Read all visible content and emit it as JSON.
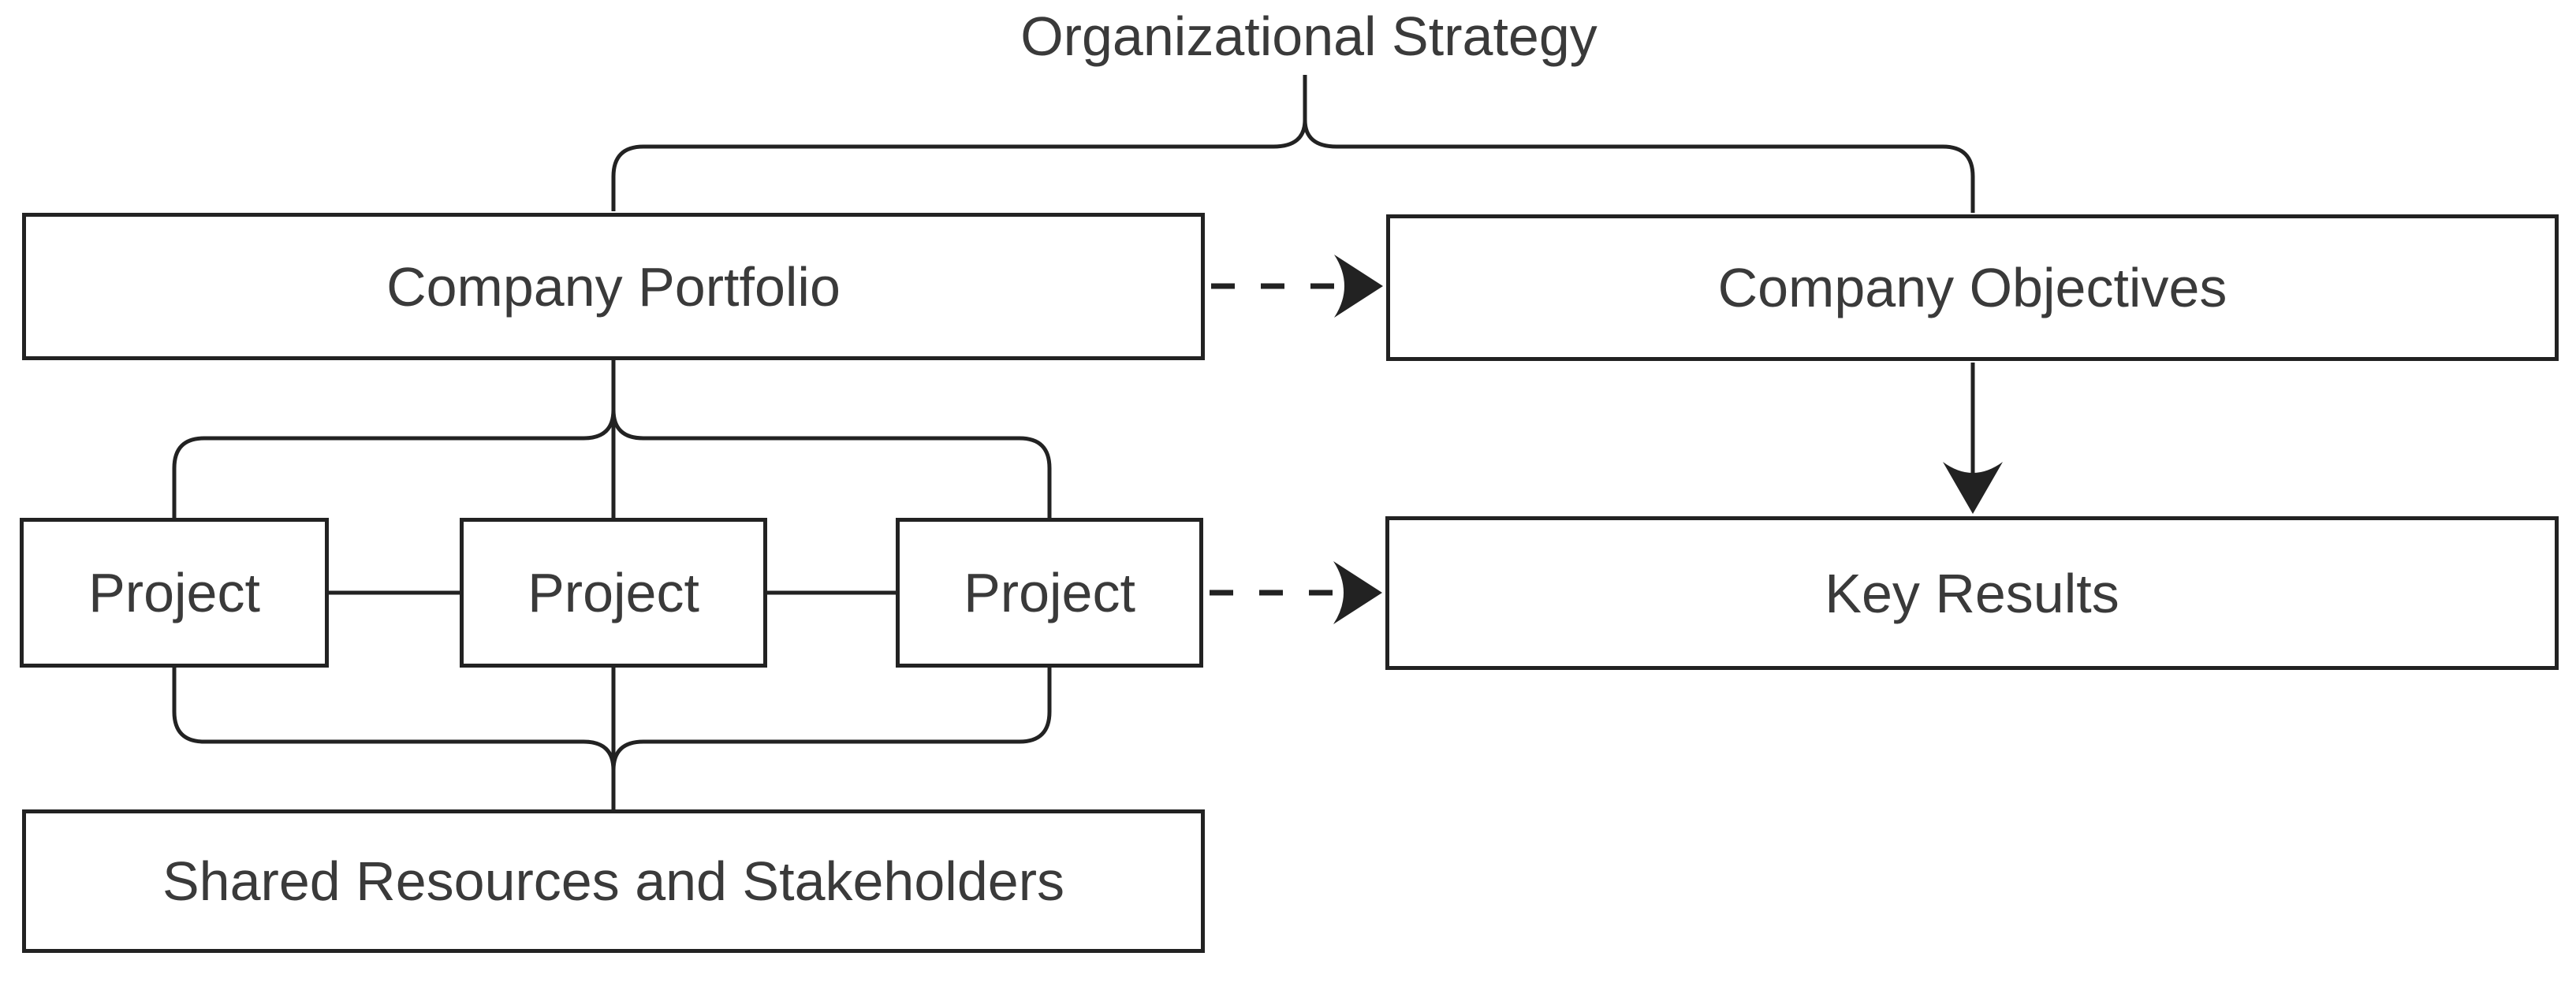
{
  "title": "Organizational Strategy",
  "nodes": {
    "company_portfolio": {
      "label": "Company Portfolio"
    },
    "company_objectives": {
      "label": "Company Objectives"
    },
    "project_1": {
      "label": "Project"
    },
    "project_2": {
      "label": "Project"
    },
    "project_3": {
      "label": "Project"
    },
    "key_results": {
      "label": "Key Results"
    },
    "shared_resources": {
      "label": "Shared Resources and Stakeholders"
    }
  },
  "edges": [
    {
      "from": "organizational-strategy",
      "to": [
        "company-portfolio",
        "company-objectives"
      ],
      "type": "brace"
    },
    {
      "from": "company-portfolio",
      "to": "company-objectives",
      "type": "dashed-arrow"
    },
    {
      "from": "company-portfolio",
      "to": [
        "project-1",
        "project-2",
        "project-3"
      ],
      "type": "brace"
    },
    {
      "from": "project-1",
      "to": "project-2",
      "type": "line"
    },
    {
      "from": "project-2",
      "to": "project-3",
      "type": "line"
    },
    {
      "from": "project-3",
      "to": "key-results",
      "type": "dashed-arrow"
    },
    {
      "from": "company-objectives",
      "to": "key-results",
      "type": "solid-arrow"
    },
    {
      "from": [
        "project-1",
        "project-2",
        "project-3"
      ],
      "to": "shared-resources",
      "type": "brace"
    }
  ],
  "colors": {
    "line": "#222222",
    "text": "#3a3a3a",
    "background": "#ffffff"
  }
}
